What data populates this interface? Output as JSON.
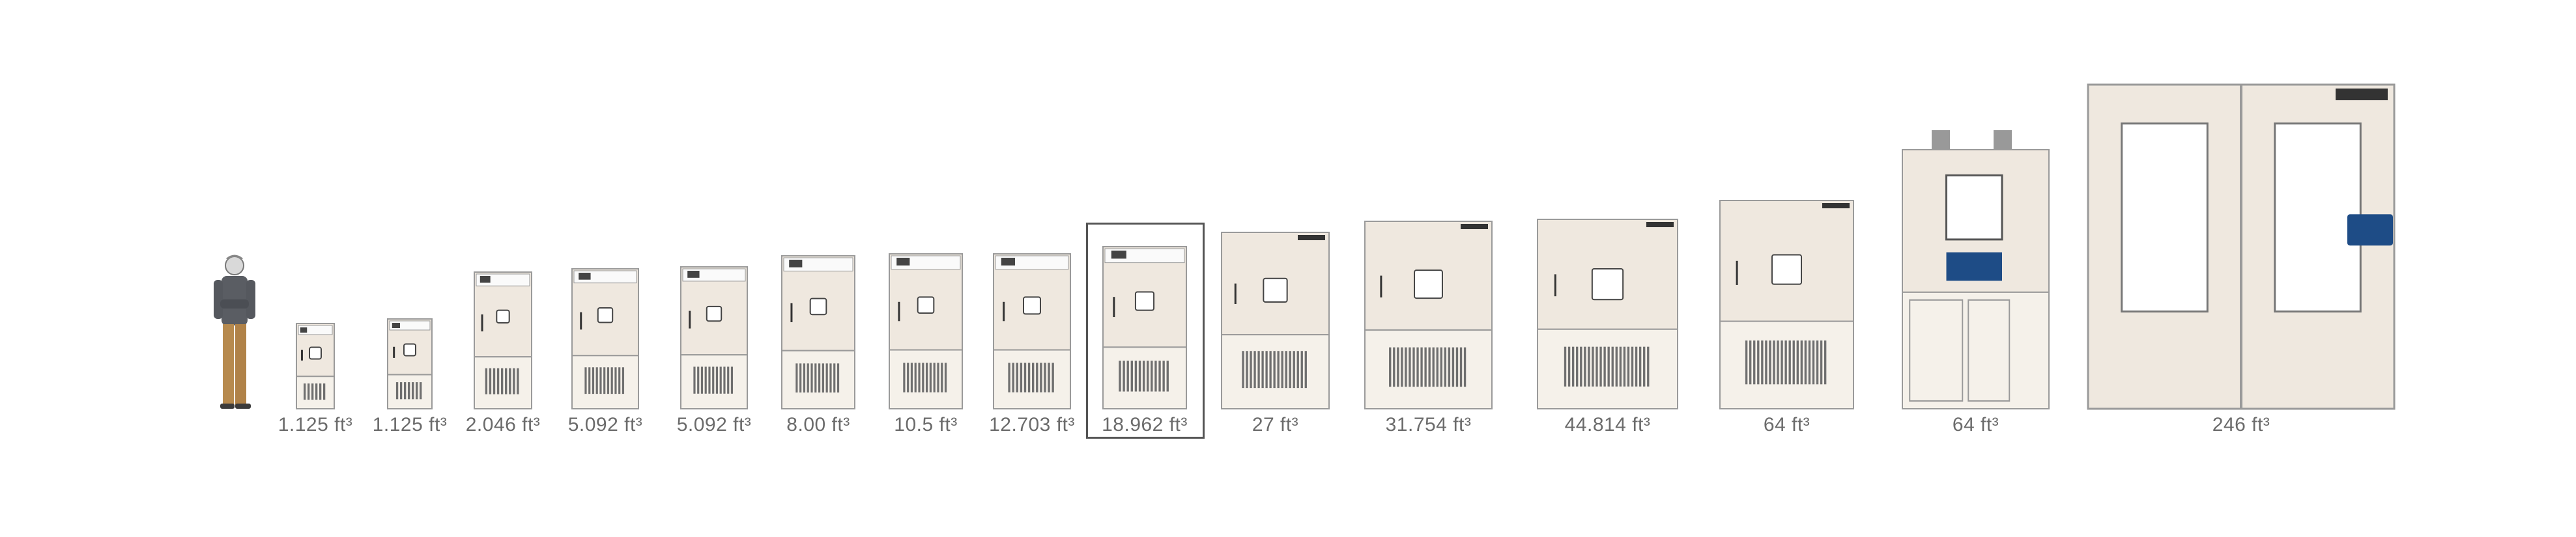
{
  "colors": {
    "body": "#efe8df",
    "panel": "#f5f1ea",
    "outline": "#9a9a9a",
    "grille": "#6f6f6f",
    "caption": "#6b6b6b",
    "selection": "#555555",
    "screen": "#1e4c86"
  },
  "person": {
    "icon": "person-scale-reference"
  },
  "chambers": [
    {
      "volume": "1.125 ft³"
    },
    {
      "volume": "1.125 ft³"
    },
    {
      "volume": "2.046 ft³"
    },
    {
      "volume": "5.092 ft³"
    },
    {
      "volume": "5.092 ft³"
    },
    {
      "volume": "8.00 ft³"
    },
    {
      "volume": "10.5 ft³"
    },
    {
      "volume": "12.703 ft³"
    },
    {
      "volume": "18.962 ft³",
      "selected": true
    },
    {
      "volume": "27 ft³"
    },
    {
      "volume": "31.754 ft³"
    },
    {
      "volume": "44.814 ft³"
    },
    {
      "volume": "64 ft³"
    },
    {
      "volume": "64 ft³"
    },
    {
      "volume": "246 ft³"
    }
  ]
}
